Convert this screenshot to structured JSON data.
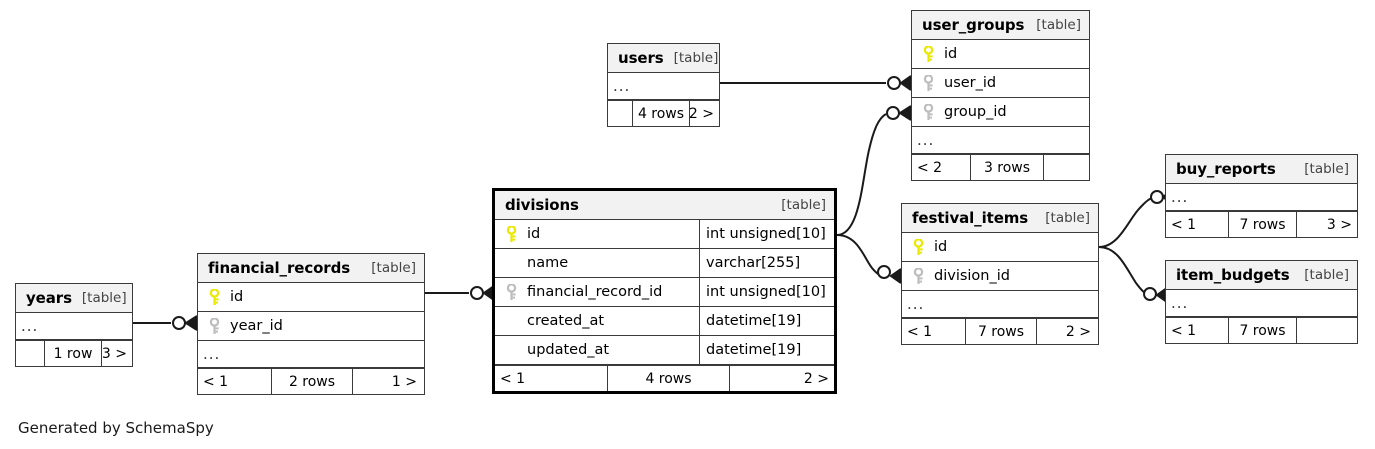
{
  "diagram": {
    "tool": "SchemaSpy",
    "footer_text": "Generated by SchemaSpy",
    "table_tag": "[table]",
    "ellipsis": "...",
    "colors": {
      "primary_key": "#e8e800",
      "foreign_key": "#bdbdbd",
      "header_bg": "#f2f2f2",
      "border": "#3a3a3a",
      "focus_border": "#000000",
      "background": "#ffffff"
    }
  },
  "tables": {
    "years": {
      "name": "years",
      "tag": "[table]",
      "columns": [],
      "has_ellipsis": true,
      "footer": {
        "prev": "",
        "rows": "1 row",
        "next": "3 >"
      }
    },
    "financial_records": {
      "name": "financial_records",
      "tag": "[table]",
      "columns": [
        {
          "key": "primary",
          "name": "id",
          "type": ""
        },
        {
          "key": "foreign",
          "name": "year_id",
          "type": ""
        }
      ],
      "has_ellipsis": true,
      "footer": {
        "prev": "< 1",
        "rows": "2 rows",
        "next": "1 >"
      }
    },
    "divisions": {
      "name": "divisions",
      "tag": "[table]",
      "focused": true,
      "columns": [
        {
          "key": "primary",
          "name": "id",
          "type": "int unsigned[10]"
        },
        {
          "key": "none",
          "name": "name",
          "type": "varchar[255]"
        },
        {
          "key": "foreign",
          "name": "financial_record_id",
          "type": "int unsigned[10]"
        },
        {
          "key": "none",
          "name": "created_at",
          "type": "datetime[19]"
        },
        {
          "key": "none",
          "name": "updated_at",
          "type": "datetime[19]"
        }
      ],
      "has_ellipsis": false,
      "footer": {
        "prev": "< 1",
        "rows": "4 rows",
        "next": "2 >"
      }
    },
    "users": {
      "name": "users",
      "tag": "[table]",
      "columns": [],
      "has_ellipsis": true,
      "footer": {
        "prev": "",
        "rows": "4 rows",
        "next": "2 >"
      }
    },
    "user_groups": {
      "name": "user_groups",
      "tag": "[table]",
      "columns": [
        {
          "key": "primary",
          "name": "id",
          "type": ""
        },
        {
          "key": "foreign",
          "name": "user_id",
          "type": ""
        },
        {
          "key": "foreign",
          "name": "group_id",
          "type": ""
        }
      ],
      "has_ellipsis": true,
      "footer": {
        "prev": "< 2",
        "rows": "3 rows",
        "next": ""
      }
    },
    "festival_items": {
      "name": "festival_items",
      "tag": "[table]",
      "columns": [
        {
          "key": "primary",
          "name": "id",
          "type": ""
        },
        {
          "key": "foreign",
          "name": "division_id",
          "type": ""
        }
      ],
      "has_ellipsis": true,
      "footer": {
        "prev": "< 1",
        "rows": "7 rows",
        "next": "2 >"
      }
    },
    "buy_reports": {
      "name": "buy_reports",
      "tag": "[table]",
      "columns": [],
      "has_ellipsis": true,
      "footer": {
        "prev": "< 1",
        "rows": "7 rows",
        "next": "3 >"
      }
    },
    "item_budgets": {
      "name": "item_budgets",
      "tag": "[table]",
      "columns": [],
      "has_ellipsis": true,
      "footer": {
        "prev": "< 1",
        "rows": "7 rows",
        "next": ""
      }
    }
  },
  "relationships": [
    {
      "from": "years",
      "to": "financial_records.year_id"
    },
    {
      "from": "financial_records.id",
      "to": "divisions.financial_record_id"
    },
    {
      "from": "users",
      "to": "user_groups.user_id"
    },
    {
      "from": "divisions",
      "to": "user_groups.group_id"
    },
    {
      "from": "divisions",
      "to": "festival_items.division_id"
    },
    {
      "from": "festival_items",
      "to": "buy_reports"
    },
    {
      "from": "festival_items",
      "to": "item_budgets"
    }
  ]
}
